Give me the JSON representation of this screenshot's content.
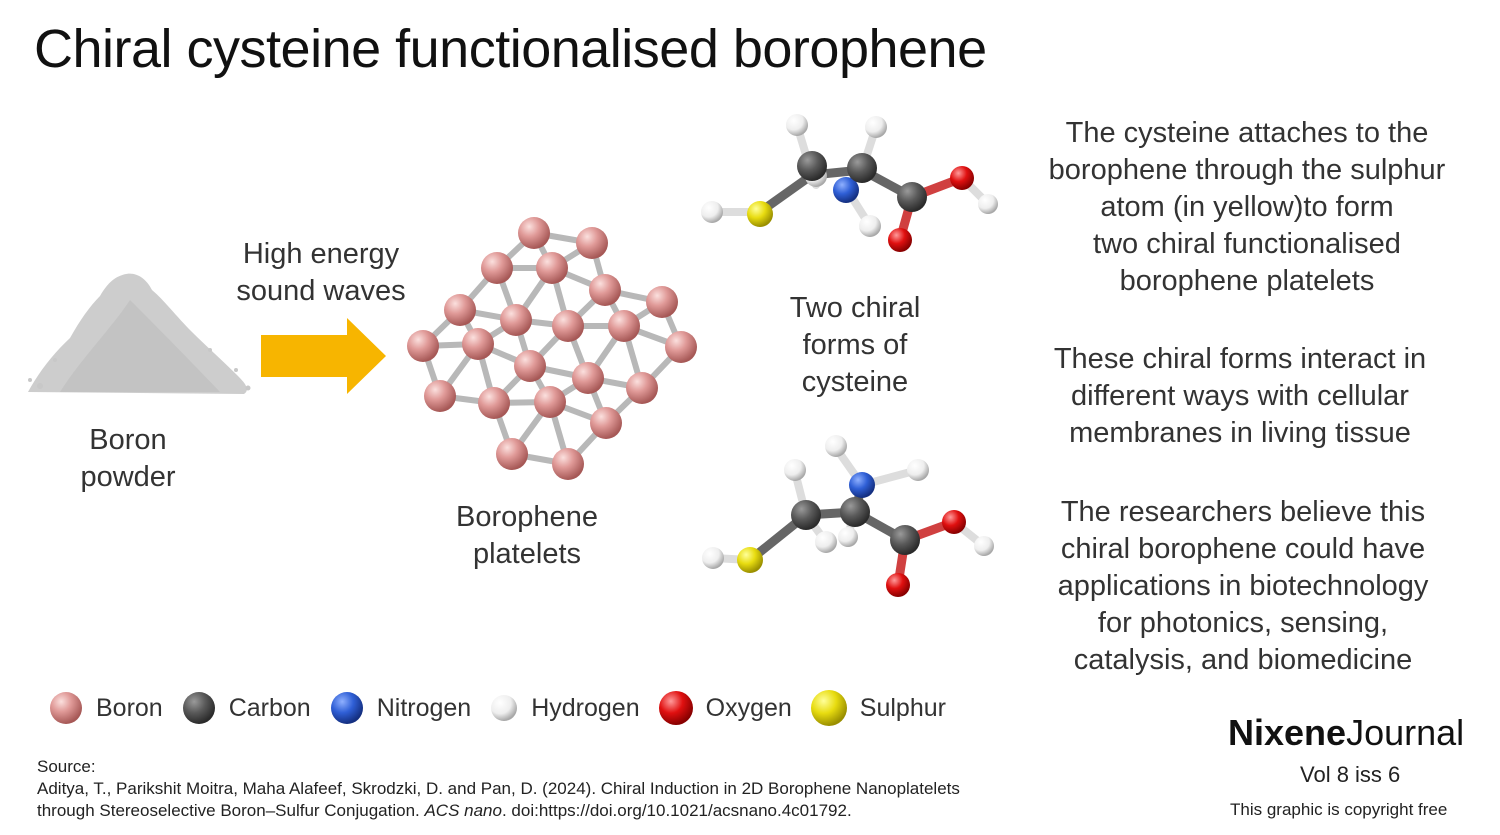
{
  "title": "Chiral cysteine functionalised borophene",
  "labels": {
    "boron_powder_1": "Boron",
    "boron_powder_2": "powder",
    "sound_1": "High energy",
    "sound_2": "sound waves",
    "platelets_1": "Borophene",
    "platelets_2": "platelets",
    "chiral_1": "Two chiral",
    "chiral_2": "forms of",
    "chiral_3": "cysteine"
  },
  "paragraphs": {
    "p1": [
      "The cysteine attaches to the",
      "borophene through the sulphur",
      "atom (in yellow)to form",
      "two chiral functionalised",
      "borophene platelets"
    ],
    "p2": [
      "These chiral forms interact in",
      "different ways with cellular",
      "membranes in living tissue"
    ],
    "p3": [
      "The researchers believe this",
      "chiral borophene could have",
      "applications in biotechnology",
      "for  photonics, sensing,",
      "catalysis, and biomedicine"
    ]
  },
  "legend": [
    {
      "label": "Boron",
      "color": "#e09a98"
    },
    {
      "label": "Carbon",
      "color": "#5a5a5a"
    },
    {
      "label": "Nitrogen",
      "color": "#2f5fd6"
    },
    {
      "label": "Hydrogen",
      "color": "#f2f2f2"
    },
    {
      "label": "Oxygen",
      "color": "#e01010"
    },
    {
      "label": "Sulphur",
      "color": "#e8dc10"
    }
  ],
  "source": {
    "heading": "Source:",
    "line1": "Aditya, T., Parikshit Moitra, Maha Alafeef, Skrodzki, D. and Pan, D. (2024). Chiral Induction in 2D Borophene Nanoplatelets",
    "line2_pre": "through Stereoselective Boron–Sulfur Conjugation. ",
    "line2_journal": "ACS nano",
    "line2_post": ". doi:https://doi.org/10.1021/acsnano.4c01792."
  },
  "brand": {
    "bold": "Nixene",
    "regular": "Journal"
  },
  "volume": "Vol 8  iss 6",
  "copyright": "This graphic is copyright free",
  "colors": {
    "arrow": "#f7b500",
    "powder": "#c8c8c8",
    "bond": "#b8b8b8"
  }
}
